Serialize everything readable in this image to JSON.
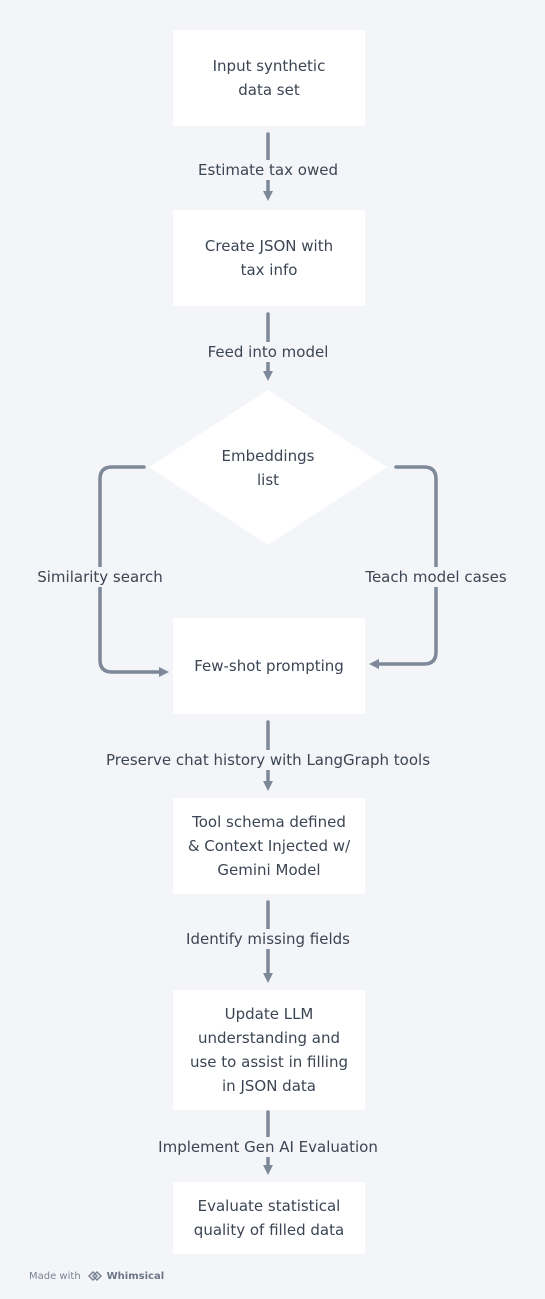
{
  "nodes": {
    "input": "Input synthetic\ndata set",
    "create_json": "Create JSON with\ntax info",
    "embeddings": "Embeddings\nlist",
    "few_shot": "Few-shot prompting",
    "tool_schema": "Tool schema defined\n& Context Injected w/\nGemini Model",
    "update_llm": "Update LLM\nunderstanding and\nuse to assist in filling\nin JSON data",
    "evaluate": "Evaluate statistical\nquality of filled data"
  },
  "edges": {
    "estimate_tax": "Estimate tax owed",
    "feed_model": "Feed into model",
    "similarity": "Similarity search",
    "teach_cases": "Teach model cases",
    "preserve_history": "Preserve chat history with LangGraph tools",
    "identify_missing": "Identify missing fields",
    "implement_eval": "Implement Gen AI Evaluation"
  },
  "footer": {
    "made_with": "Made with",
    "brand": "Whimsical"
  },
  "colors": {
    "background": "#f3f5f8",
    "node": "#ffffff",
    "connector": "#7d8898",
    "text": "#3c4553"
  }
}
